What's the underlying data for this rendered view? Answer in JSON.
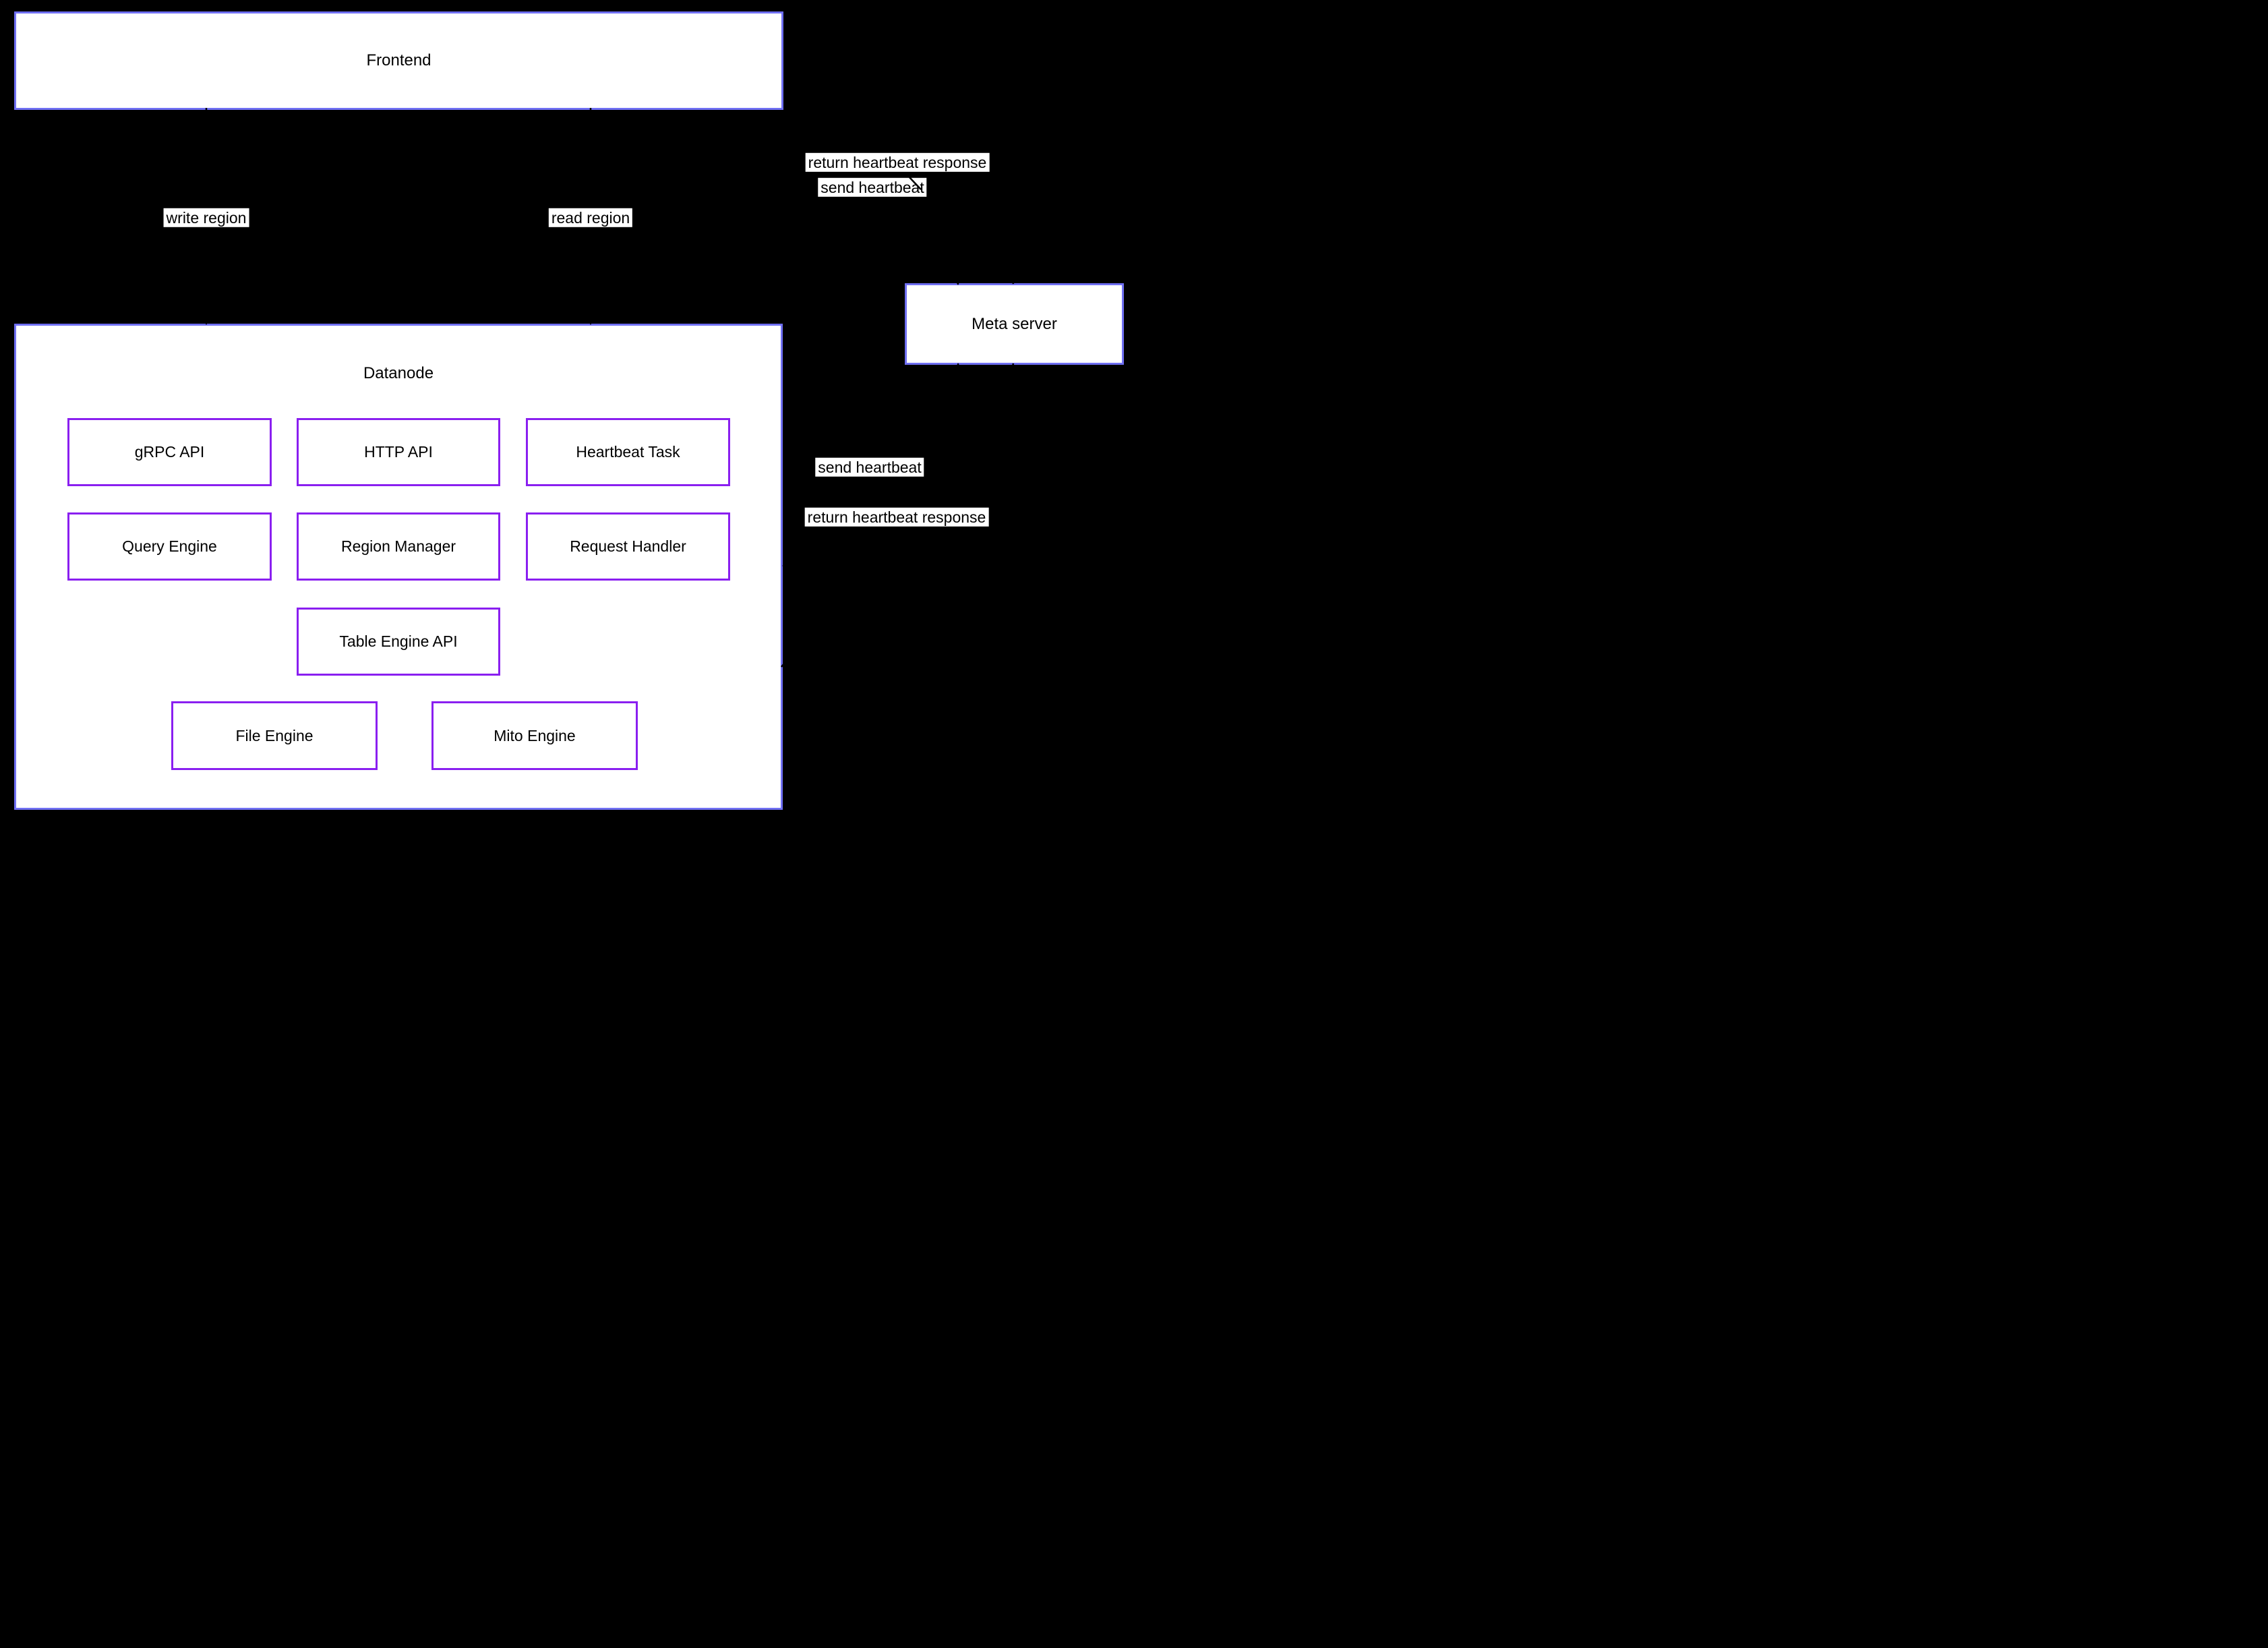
{
  "diagram": {
    "nodes": {
      "frontend": {
        "label": "Frontend"
      },
      "datanode": {
        "label": "Datanode"
      },
      "meta_server": {
        "label": "Meta server"
      }
    },
    "datanode_components": {
      "grpc_api": {
        "label": "gRPC API"
      },
      "http_api": {
        "label": "HTTP API"
      },
      "heartbeat_task": {
        "label": "Heartbeat Task"
      },
      "query_engine": {
        "label": "Query Engine"
      },
      "region_manager": {
        "label": "Region Manager"
      },
      "request_handler": {
        "label": "Request Handler"
      },
      "table_engine_api": {
        "label": "Table Engine API"
      },
      "file_engine": {
        "label": "File Engine"
      },
      "mito_engine": {
        "label": "Mito Engine"
      }
    },
    "edges": {
      "frontend_write_datanode": {
        "label": "write region"
      },
      "frontend_read_datanode": {
        "label": "read region"
      },
      "frontend_send_meta": {
        "label": "send heartbeat"
      },
      "meta_return_frontend": {
        "label": "return heartbeat response"
      },
      "datanode_send_meta": {
        "label": "send heartbeat"
      },
      "meta_return_datanode": {
        "label": "return heartbeat response"
      }
    },
    "colors": {
      "background": "#000000",
      "container_border": "#6f6ff2",
      "component_border": "#8a1ff0",
      "node_fill": "#ffffff",
      "edge_color": "#000000",
      "edge_label_background": "#ffffff",
      "edge_label_text": "#000000"
    }
  }
}
